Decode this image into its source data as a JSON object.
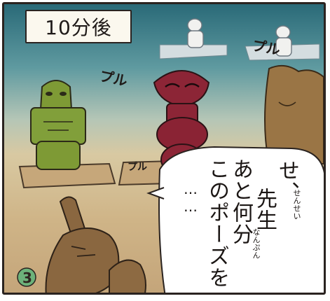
{
  "caption": {
    "text": "10分後"
  },
  "sound_effects": {
    "left_figure": "プル",
    "right_figure": "プル",
    "center_figure": "プル"
  },
  "speech_bubble": {
    "lines": [
      "せ、",
      "先生",
      "あと何分",
      "このポーズを"
    ],
    "ruby_sensei": "せんせい",
    "ruby_nanpun": "なんぷん",
    "ellipsis": "……"
  },
  "page_number": "3",
  "colors": {
    "sky_top": "#2a6a78",
    "ground": "#cfb487",
    "green_figure": "#7e9a35",
    "red_figure": "#8c2536",
    "brown_figure": "#8a6740"
  }
}
